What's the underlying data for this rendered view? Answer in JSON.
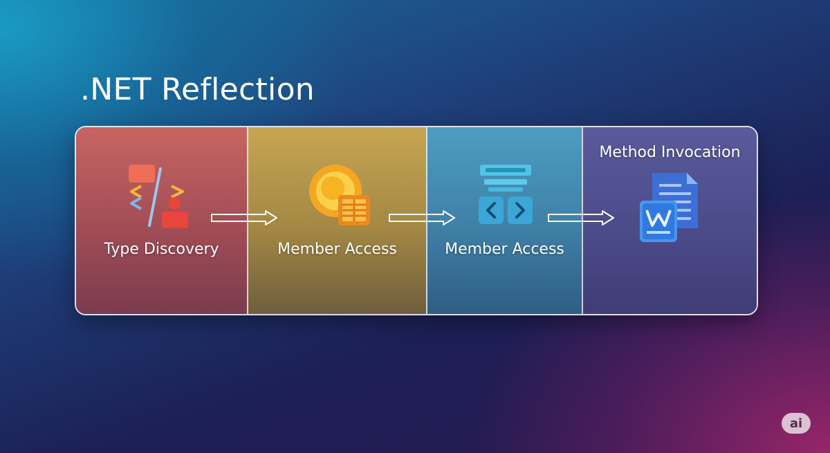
{
  "title": ".NET Reflection",
  "stages": [
    {
      "label": "Type Discovery",
      "icon": "code-user-icon"
    },
    {
      "label": "Member Access",
      "icon": "object-table-icon"
    },
    {
      "label": "Member Access",
      "icon": "code-brackets-icon"
    },
    {
      "label": "Method Invocation",
      "icon": "document-icon"
    }
  ],
  "badge": "ai",
  "colors": {
    "stage1": "#b4575b",
    "stage2": "#b89a4b",
    "stage3": "#4689b0",
    "stage4": "#54539a"
  }
}
